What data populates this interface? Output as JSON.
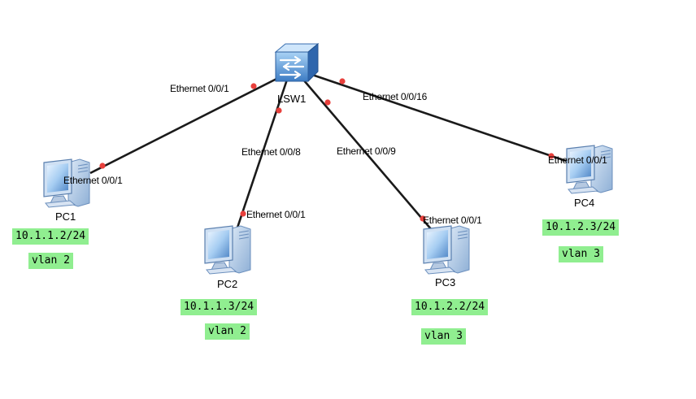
{
  "colors": {
    "link": "#1a1a1a",
    "port_dot": "#e8403c",
    "note_bg": "#90ee90"
  },
  "devices": {
    "switch": {
      "name": "LSW1",
      "icon": "switch-icon"
    },
    "pc1": {
      "name": "PC1",
      "icon": "pc-icon"
    },
    "pc2": {
      "name": "PC2",
      "icon": "pc-icon"
    },
    "pc3": {
      "name": "PC3",
      "icon": "pc-icon"
    },
    "pc4": {
      "name": "PC4",
      "icon": "pc-icon"
    }
  },
  "links": [
    {
      "from": "LSW1",
      "to": "PC1",
      "switch_port": "Ethernet 0/0/1",
      "pc_port": "Ethernet 0/0/1"
    },
    {
      "from": "LSW1",
      "to": "PC2",
      "switch_port": "Ethernet 0/0/8",
      "pc_port": "Ethernet 0/0/1"
    },
    {
      "from": "LSW1",
      "to": "PC3",
      "switch_port": "Ethernet 0/0/9",
      "pc_port": "Ethernet 0/0/1"
    },
    {
      "from": "LSW1",
      "to": "PC4",
      "switch_port": "Ethernet 0/0/16",
      "pc_port": "Ethernet 0/0/1"
    }
  ],
  "notes": {
    "pc1_ip": "10.1.1.2/24",
    "pc1_vlan": "vlan 2",
    "pc2_ip": "10.1.1.3/24",
    "pc2_vlan": "vlan 2",
    "pc3_ip": "10.1.2.2/24",
    "pc3_vlan": "vlan 3",
    "pc4_ip": "10.1.2.3/24",
    "pc4_vlan": "vlan 3"
  }
}
